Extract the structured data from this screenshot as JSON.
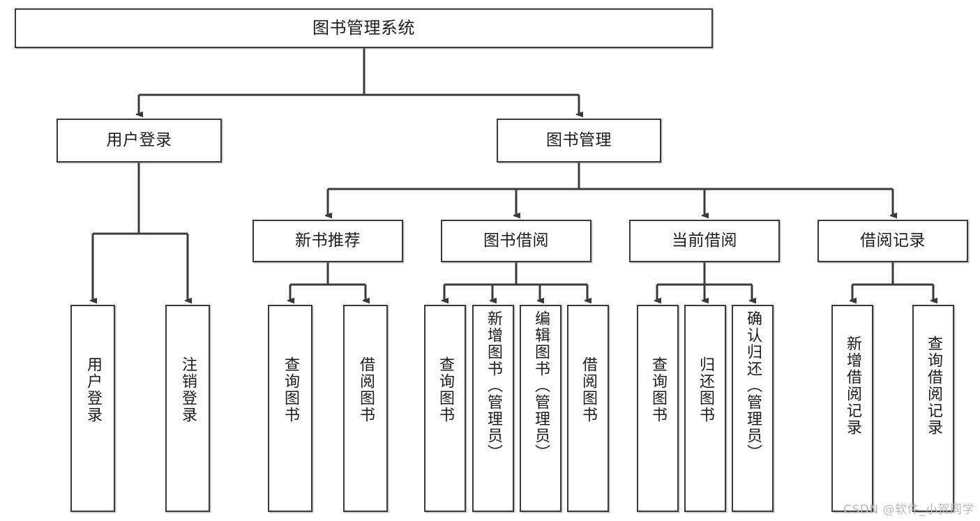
{
  "diagram": {
    "title": "图书管理系统",
    "type": "tree",
    "orientation": "top-down",
    "colors": {
      "background": "#ffffff",
      "box_border": "#3a3a3a",
      "box_fill": "#ffffff",
      "connector": "#3a3a3a",
      "text": "#1c1c1c",
      "watermark": "#b9b9b9"
    }
  },
  "nodes": {
    "root": {
      "label": "图书管理系统",
      "level": 1
    },
    "level2": [
      {
        "id": "user-login",
        "label": "用户登录"
      },
      {
        "id": "book-manage",
        "label": "图书管理"
      }
    ],
    "level3": [
      {
        "id": "new-book-recommend",
        "label": "新书推荐",
        "parent": "book-manage"
      },
      {
        "id": "book-borrow",
        "label": "图书借阅",
        "parent": "book-manage"
      },
      {
        "id": "current-borrow",
        "label": "当前借阅",
        "parent": "book-manage"
      },
      {
        "id": "borrow-record",
        "label": "借阅记录",
        "parent": "book-manage"
      }
    ],
    "leaves": {
      "user-login": [
        {
          "id": "leaf-user-login",
          "label": "用户登录"
        },
        {
          "id": "leaf-user-logout",
          "label": "注销登录"
        }
      ],
      "new-book-recommend": [
        {
          "id": "leaf-query-book-1",
          "label": "查询图书"
        },
        {
          "id": "leaf-borrow-book-1",
          "label": "借阅图书"
        }
      ],
      "book-borrow": [
        {
          "id": "leaf-query-book-2",
          "label": "查询图书"
        },
        {
          "id": "leaf-add-book",
          "label": "新增图书（管理员）"
        },
        {
          "id": "leaf-edit-book",
          "label": "编辑图书（管理员）"
        },
        {
          "id": "leaf-borrow-book-2",
          "label": "借阅图书"
        }
      ],
      "current-borrow": [
        {
          "id": "leaf-query-book-3",
          "label": "查询图书"
        },
        {
          "id": "leaf-return-book",
          "label": "归还图书"
        },
        {
          "id": "leaf-confirm-return",
          "label": "确认归还（管理员）"
        }
      ],
      "borrow-record": [
        {
          "id": "leaf-add-record",
          "label": "新增借阅记录"
        },
        {
          "id": "leaf-query-record",
          "label": "查询借阅记录"
        }
      ]
    }
  },
  "watermark": {
    "text": "CSDN @软件_小贺同学"
  }
}
